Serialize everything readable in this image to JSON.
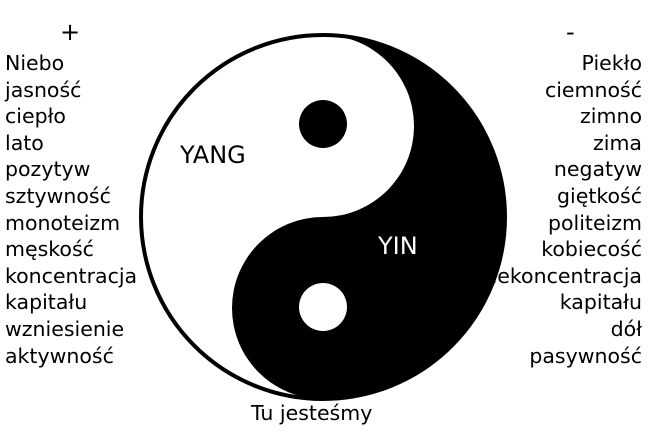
{
  "plus_sign": "+",
  "minus_sign": "-",
  "yang_label": "YANG",
  "yin_label": "YIN",
  "bottom_label": "Tu jesteśmy",
  "left_items": [
    "Niebo",
    "jasność",
    "ciepło",
    "lato",
    "pozytyw",
    "sztywność",
    "monoteizm",
    "męskość",
    "koncentracja",
    "kapitału",
    "wzniesienie",
    "aktywność"
  ],
  "right_items": [
    "Piekło",
    "ciemność",
    "zimno",
    "zima",
    "negatyw",
    "giętkość",
    "politeizm",
    "kobiecość",
    "dekoncentracja",
    "kapitału",
    "dół",
    "pasywność"
  ],
  "colors": {
    "yang": "#ffffff",
    "yin": "#000000"
  }
}
